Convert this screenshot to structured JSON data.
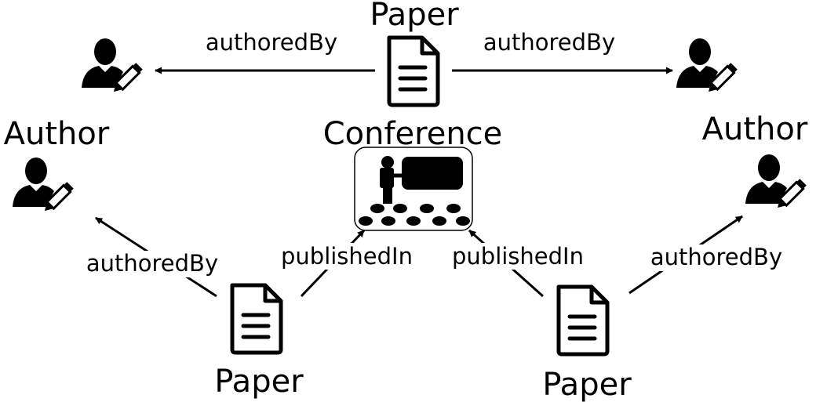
{
  "nodes": {
    "paper_top": {
      "label": "Paper",
      "icon": "document-icon"
    },
    "paper_bottom_left": {
      "label": "Paper",
      "icon": "document-icon"
    },
    "paper_bottom_right": {
      "label": "Paper",
      "icon": "document-icon"
    },
    "author_left": {
      "label": "Author",
      "icon": "author-icon"
    },
    "author_right": {
      "label": "Author",
      "icon": "author-icon"
    },
    "author_top_left": {
      "icon": "author-icon"
    },
    "author_top_right": {
      "icon": "author-icon"
    },
    "conference": {
      "label": "Conference",
      "icon": "conference-presentation-icon"
    }
  },
  "edges": [
    {
      "from": "paper_top",
      "to": "author_top_left",
      "label": "authoredBy"
    },
    {
      "from": "paper_top",
      "to": "author_top_right",
      "label": "authoredBy"
    },
    {
      "from": "paper_bottom_left",
      "to": "author_left",
      "label": "authoredBy"
    },
    {
      "from": "paper_bottom_left",
      "to": "conference",
      "label": "publishedIn"
    },
    {
      "from": "paper_bottom_right",
      "to": "conference",
      "label": "publishedIn"
    },
    {
      "from": "paper_bottom_right",
      "to": "author_right",
      "label": "authoredBy"
    }
  ],
  "colors": {
    "ink": "#000000",
    "background": "#ffffff"
  }
}
